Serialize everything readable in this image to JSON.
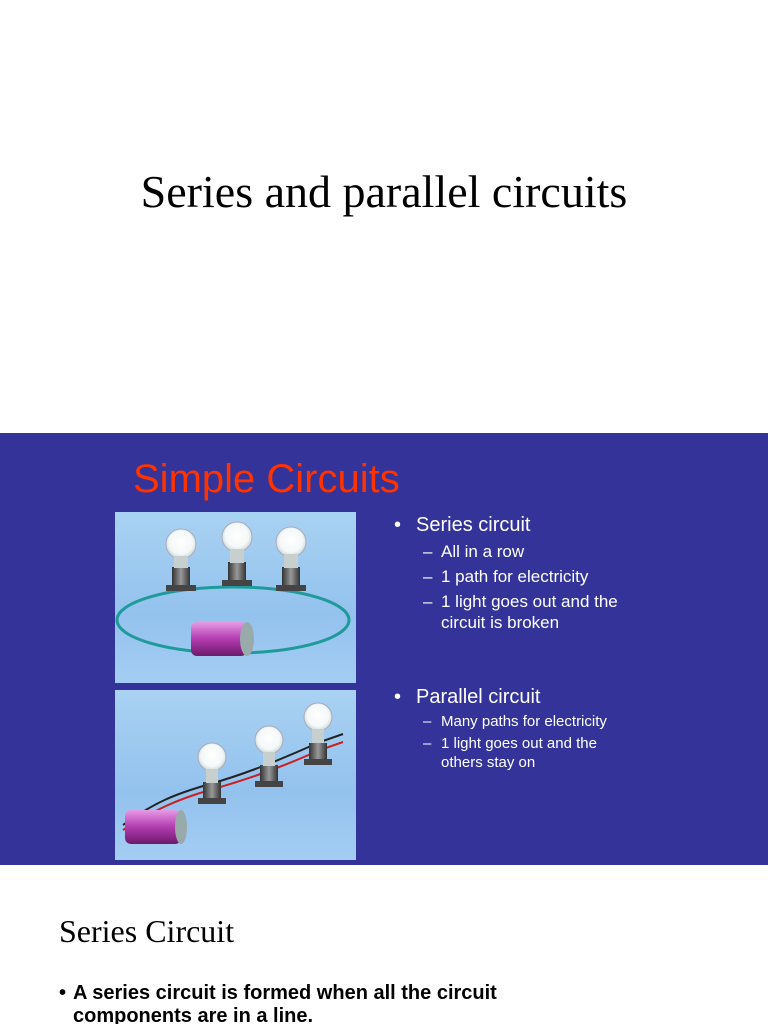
{
  "slide1": {
    "title": "Series and parallel circuits"
  },
  "slide2": {
    "title": "Simple Circuits",
    "series": {
      "heading": "Series circuit",
      "points": [
        "All in a row",
        "1 path for electricity",
        "1 light goes out and the circuit is broken"
      ]
    },
    "parallel": {
      "heading": "Parallel circuit",
      "points": [
        "Many paths for electricity",
        "1 light goes out and the others stay on"
      ]
    },
    "colors": {
      "background": "#333399",
      "title": "#ff3300",
      "text": "#ffffff"
    }
  },
  "slide3": {
    "title": "Series Circuit",
    "bullet": "A series circuit is formed when all the circuit components are in a line."
  },
  "bullet_glyph": "•",
  "dash_glyph": "–"
}
